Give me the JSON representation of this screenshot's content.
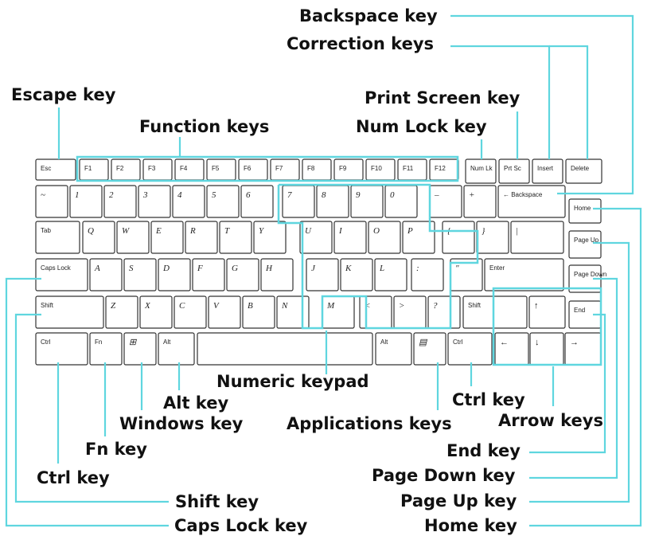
{
  "colors": {
    "callout": "#5fd6df",
    "key_stroke": "#333333",
    "text": "#111111"
  },
  "labels": {
    "backspace_key": "Backspace key",
    "correction_keys": "Correction keys",
    "escape_key": "Escape key",
    "print_screen_key": "Print Screen key",
    "function_keys": "Function keys",
    "num_lock_key": "Num Lock key",
    "numeric_keypad": "Numeric keypad",
    "alt_key": "Alt key",
    "windows_key": "Windows key",
    "applications_keys": "Applications keys",
    "ctrl_key_right": "Ctrl key",
    "arrow_keys": "Arrow keys",
    "fn_key": "Fn key",
    "end_key": "End key",
    "ctrl_key_left": "Ctrl key",
    "page_down_key": "Page Down key",
    "shift_key": "Shift key",
    "page_up_key": "Page Up key",
    "caps_lock_key": "Caps Lock key",
    "home_key": "Home key"
  },
  "keys": {
    "esc": "Esc",
    "f1": "F1",
    "f2": "F2",
    "f3": "F3",
    "f4": "F4",
    "f5": "F5",
    "f6": "F6",
    "f7": "F7",
    "f8": "F8",
    "f9": "F9",
    "f10": "F10",
    "f11": "F11",
    "f12": "F12",
    "numlk": "Num Lk",
    "prtsc": "Prt Sc",
    "insert": "Insert",
    "delete": "Delete",
    "tilde": "~",
    "k1": "1",
    "k2": "2",
    "k3": "3",
    "k4": "4",
    "k5": "5",
    "k6": "6",
    "k7": "7",
    "k8": "8",
    "k9": "9",
    "k0": "0",
    "minus": "–",
    "plus": "+",
    "backspace": "← Backspace",
    "home": "Home",
    "tab": "Tab",
    "q": "Q",
    "w": "W",
    "e": "E",
    "r": "R",
    "t": "T",
    "y": "Y",
    "u": "U",
    "i": "I",
    "o": "O",
    "p": "P",
    "lbrace": "{",
    "rbrace": "}",
    "pipe": "|",
    "pgup": "Page Up",
    "capslock": "Caps Lock",
    "a": "A",
    "s": "S",
    "d": "D",
    "f": "F",
    "g": "G",
    "h": "H",
    "j": "J",
    "k": "K",
    "l": "L",
    "colon": ":",
    "quote": "\"",
    "enter": "Enter",
    "pgdn": "Page Down",
    "shift_l": "Shift",
    "z": "Z",
    "x": "X",
    "c": "C",
    "v": "V",
    "b": "B",
    "n": "N",
    "m": "M",
    "lt": "<",
    "gt": ">",
    "question": "?",
    "shift_r": "Shift",
    "up": "↑",
    "end": "End",
    "ctrl_l": "Ctrl",
    "fn": "Fn",
    "win": "⊞",
    "alt_l": "Alt",
    "alt_r": "Alt",
    "apps": "▤",
    "ctrl_r": "Ctrl",
    "left": "←",
    "down": "↓",
    "right": "→"
  }
}
